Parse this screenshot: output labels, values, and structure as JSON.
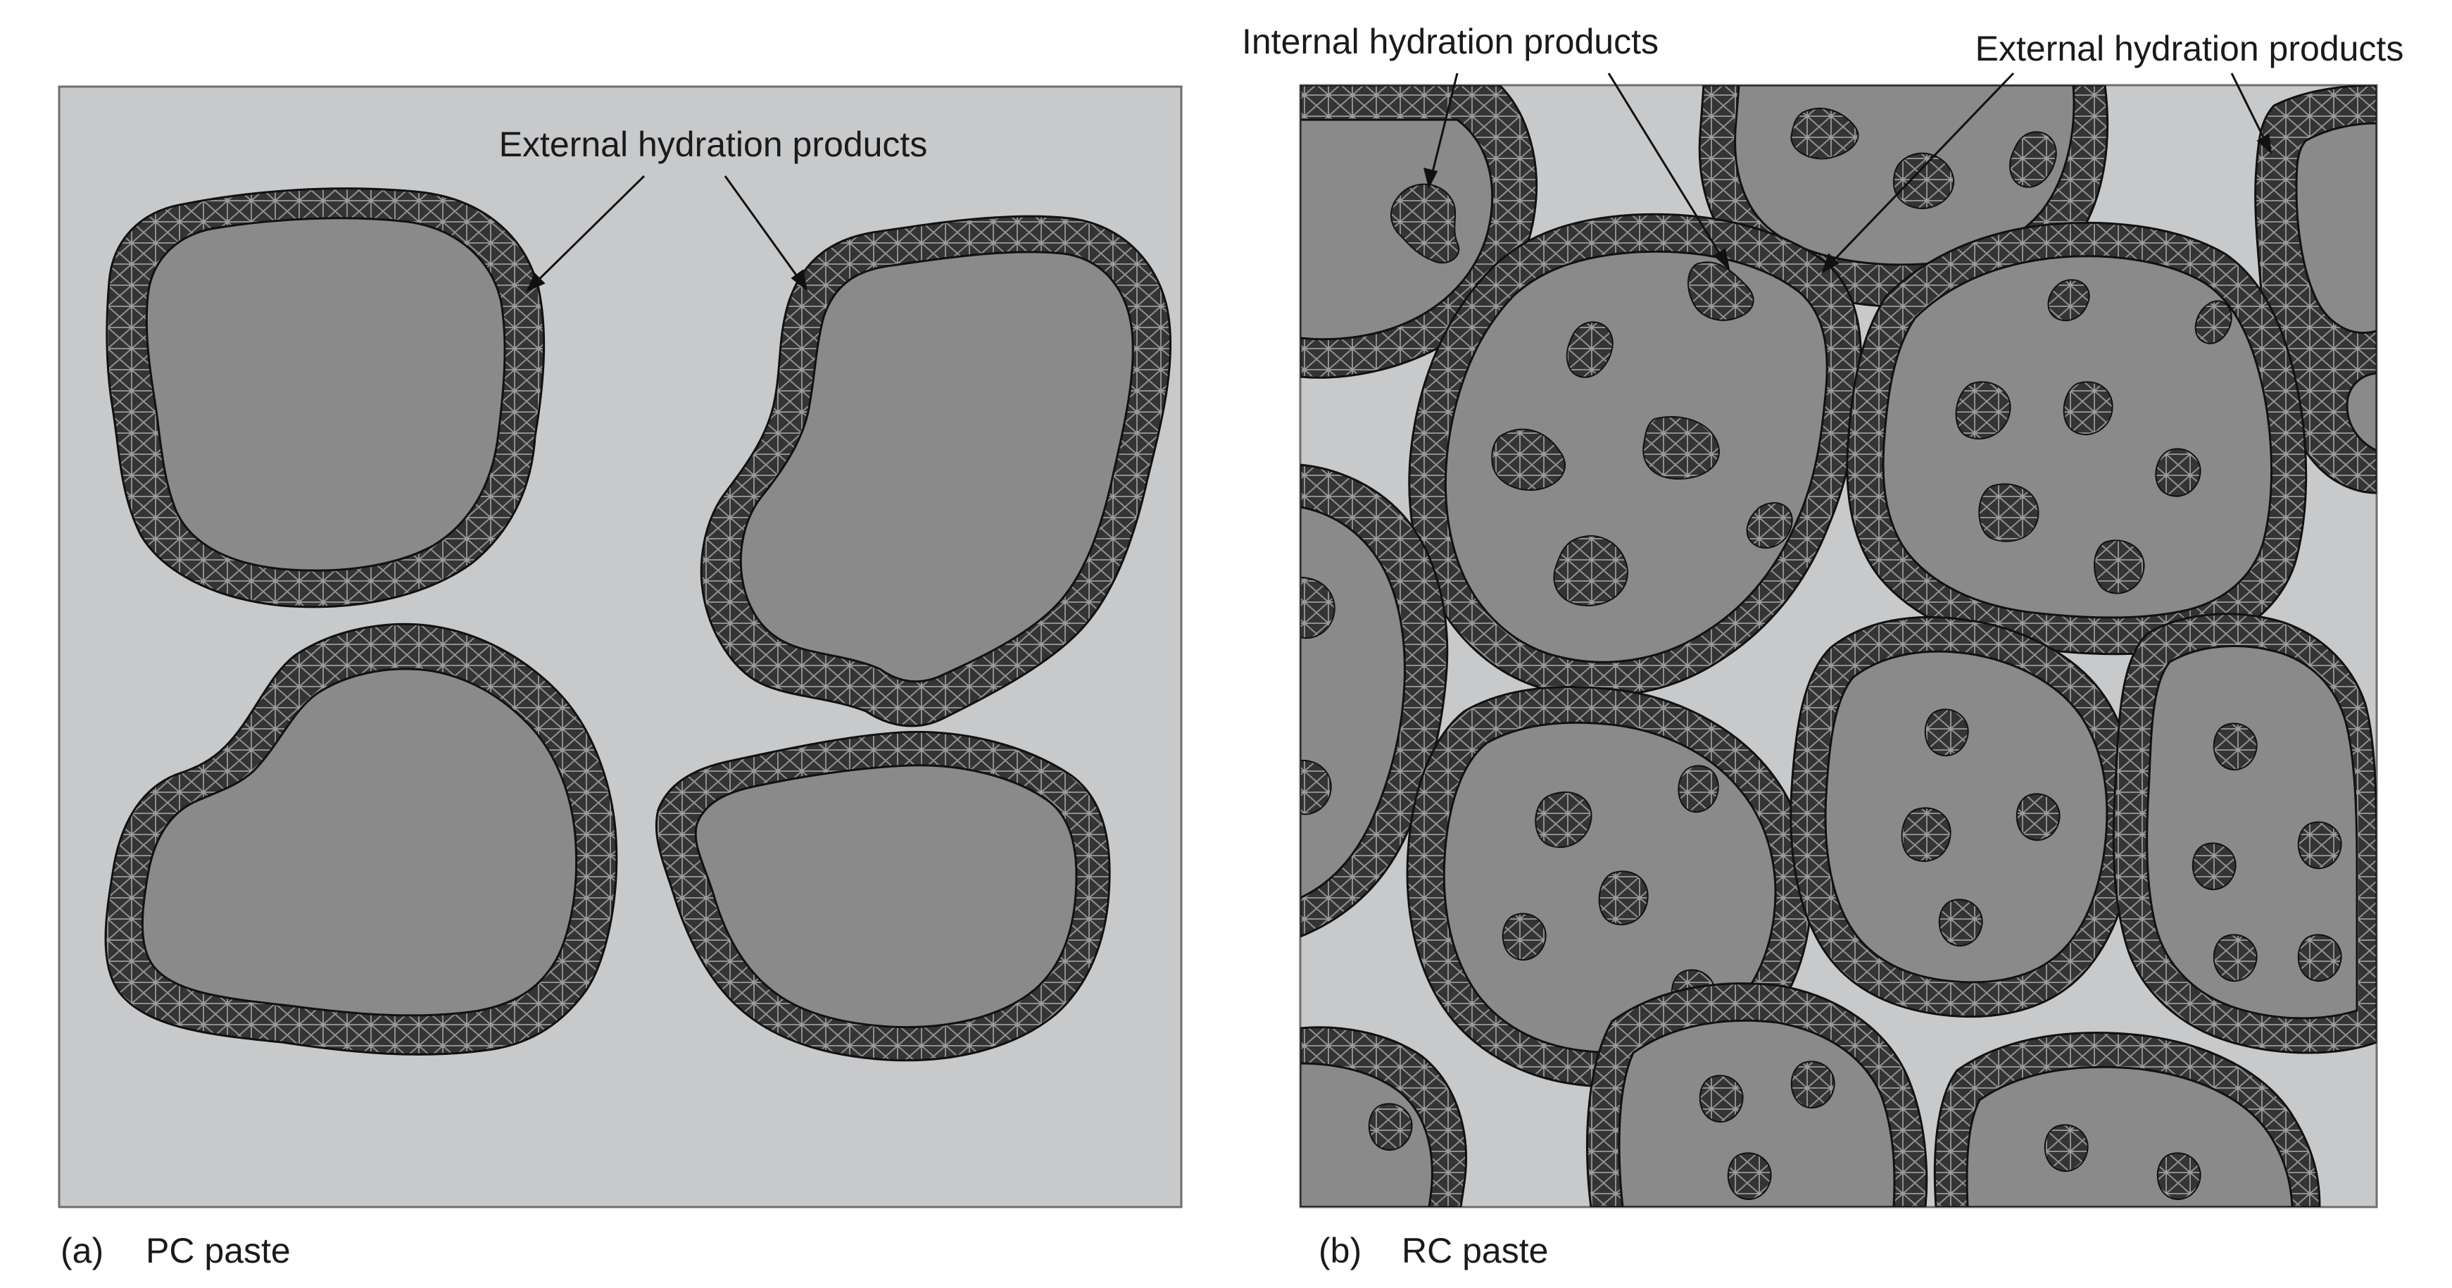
{
  "panels": [
    {
      "id": "a",
      "letter": "(a)",
      "name": "PC paste",
      "annotations": [
        "External hydration products"
      ]
    },
    {
      "id": "b",
      "letter": "(b)",
      "name": "RC paste",
      "annotations": [
        "Internal hydration products",
        "External hydration products"
      ]
    }
  ],
  "legend_colors": {
    "pore_space": "#c8c9cb",
    "unhydrated_core": "#8a8a8a",
    "hydration_shell": "#3a3a3a",
    "mesh_line": "#8d8d8d",
    "outline": "#111111"
  }
}
